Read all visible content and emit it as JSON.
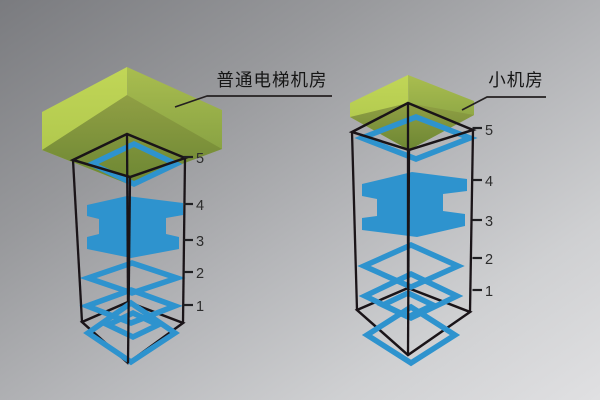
{
  "towers": [
    {
      "name": "standard-machine-room-tower",
      "label": "普通电梯机房",
      "floors": [
        "5",
        "4",
        "3",
        "2",
        "1"
      ]
    },
    {
      "name": "small-machine-room-tower",
      "label": "小机房",
      "floors": [
        "5",
        "4",
        "3",
        "2",
        "1"
      ]
    }
  ],
  "colors": {
    "elevator_blue": "#2e93ce",
    "machine_room_bright_green": "#b9d050",
    "machine_room_side_green": "#8fa845",
    "machine_room_shadow_green": "#7d9239",
    "wireframe_black": "#1a1418",
    "label_text": "#161616",
    "floor_number_text": "#2d2d2d",
    "background_dark": "#7a7b7f",
    "background_light": "#e0e0e2"
  }
}
